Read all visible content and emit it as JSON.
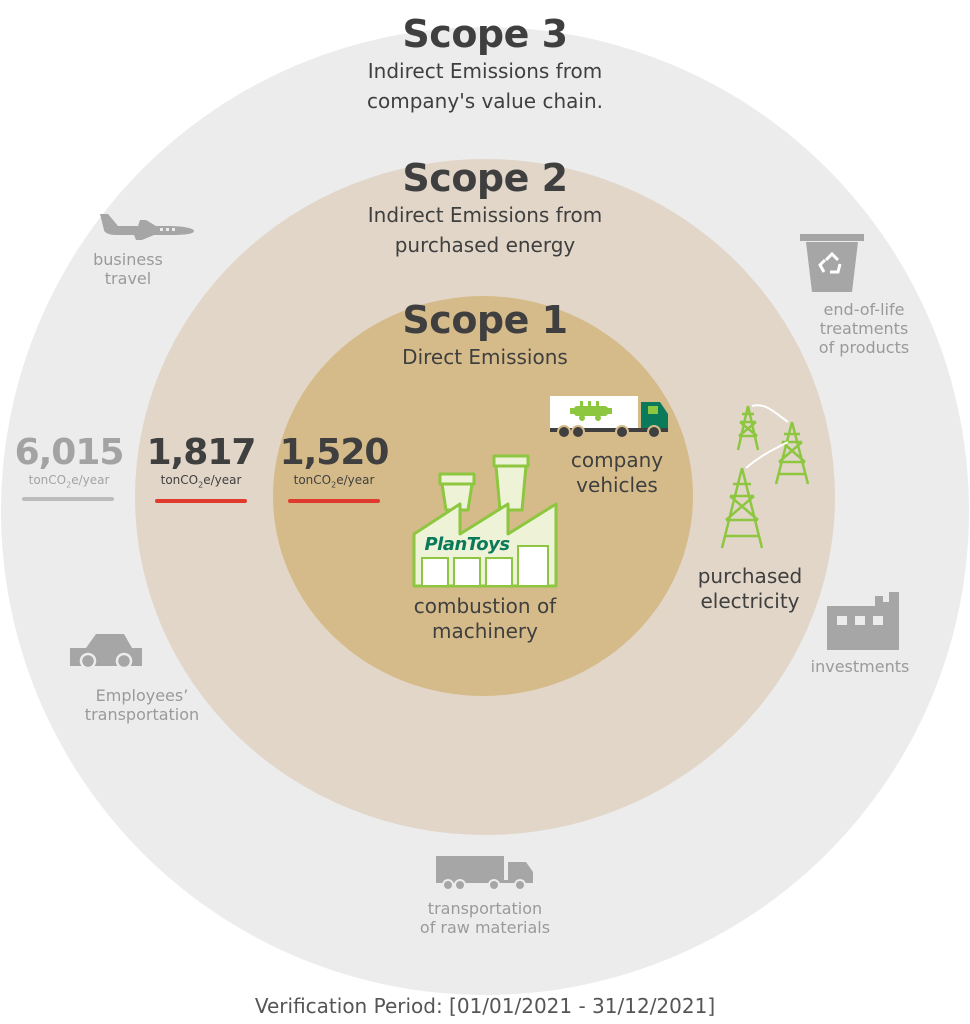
{
  "scopes": {
    "scope3": {
      "title": "Scope 3",
      "subtitle_line1": "Indirect Emissions from",
      "subtitle_line2": "company's value chain.",
      "value": "6,015",
      "unit_prefix": "tonCO",
      "unit_sub": "2",
      "unit_suffix": "e/year",
      "color": "#ececec"
    },
    "scope2": {
      "title": "Scope 2",
      "subtitle_line1": "Indirect Emissions from",
      "subtitle_line2": "purchased energy",
      "value": "1,817",
      "unit_prefix": "tonCO",
      "unit_sub": "2",
      "unit_suffix": "e/year",
      "color": "#e1d6c8"
    },
    "scope1": {
      "title": "Scope 1",
      "subtitle_line1": "Direct Emissions",
      "value": "1,520",
      "unit_prefix": "tonCO",
      "unit_sub": "2",
      "unit_suffix": "e/year",
      "color": "#d6bb8a"
    }
  },
  "sources": {
    "business_travel": {
      "line1": "business",
      "line2": "travel",
      "icon": "airplane-icon"
    },
    "end_of_life": {
      "line1": "end-of-life",
      "line2": "treatments",
      "line3": "of products",
      "icon": "recycle-bin-icon"
    },
    "investments": {
      "line1": "investments",
      "icon": "building-icon"
    },
    "employees_transport": {
      "line1": "Employees’",
      "line2": "transportation",
      "icon": "car-icon"
    },
    "raw_materials_transport": {
      "line1": "transportation",
      "line2": "of raw materials",
      "icon": "truck-icon"
    },
    "purchased_electricity": {
      "line1": "purchased",
      "line2": "electricity",
      "icon": "power-tower-icon"
    },
    "company_vehicles": {
      "line1": "company",
      "line2": "vehicles",
      "icon": "delivery-truck-icon"
    },
    "machinery": {
      "line1": "combustion of",
      "line2": "machinery",
      "icon": "factory-icon"
    }
  },
  "brand": {
    "name": "PlanToys"
  },
  "footer": {
    "text": "Verification Period: [01/01/2021 - 31/12/2021]"
  },
  "colors": {
    "accent_red": "#e03a2f",
    "green": "#8dc63f",
    "dark_green": "#0b7a5a",
    "gray_icon": "#a6a6a6",
    "text_dark": "#3f3f3f"
  }
}
